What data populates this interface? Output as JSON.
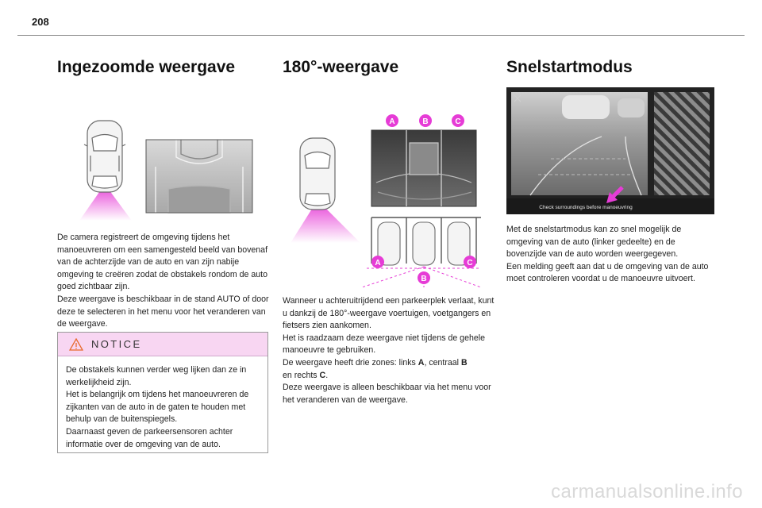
{
  "page": {
    "number": "208"
  },
  "section_zoom": {
    "title": "Ingezoomde weergave",
    "paragraph": "De camera registreert de omgeving tijdens het manoeuvreren om een samengesteld beeld van bovenaf van de achterzijde van de auto en van zijn nabije omgeving te creëren zodat de obstakels rondom de auto goed zichtbaar zijn.\nDeze weergave is beschikbaar in de stand AUTO of door deze te selecteren in het menu voor het veranderen van de weergave."
  },
  "notice": {
    "label": "NOTICE",
    "icon": "warning-triangle-icon",
    "text": "De obstakels kunnen verder weg lijken dan ze in werkelijkheid zijn.\nHet is belangrijk om tijdens het manoeuvreren de zijkanten van de auto in de gaten te houden met behulp van de buitenspiegels.\nDaarnaast geven de parkeersensoren achter informatie over de omgeving van de auto."
  },
  "section_180": {
    "title": "180°-weergave",
    "zone_labels": [
      "A",
      "B",
      "C"
    ],
    "paragraph_parts": {
      "p1": "Wanneer u achteruitrijdend een parkeerplek verlaat, kunt u dankzij de 180°-weergave voertuigen, voetgangers en fietsers zien aankomen.\nHet is raadzaam deze weergave niet tijdens de gehele manoeuvre te gebruiken.\nDe weergave heeft drie zones: links ",
      "a": "A",
      "p2": ", centraal ",
      "b": "B",
      "p3": "\nen rechts ",
      "c": "C",
      "p4": ".\nDeze weergave is alleen beschikbaar via het menu voor het veranderen van de weergave."
    }
  },
  "section_quick": {
    "title": "Snelstartmodus",
    "screen_caption": "Check surroundings before manoeuvring",
    "paragraph": "Met de snelstartmodus kan zo snel mogelijk de omgeving van de auto (linker gedeelte) en de bovenzijde van de auto worden weergegeven.\nEen melding geeft aan dat u de omgeving van de auto moet controleren voordat u de manoeuvre uitvoert."
  },
  "footer": {
    "watermark": "carmanualsonline.info"
  },
  "colors": {
    "accent_magenta": "#e63cd6",
    "notice_bg": "#f8d6f2",
    "rule": "#8a8a8a"
  }
}
